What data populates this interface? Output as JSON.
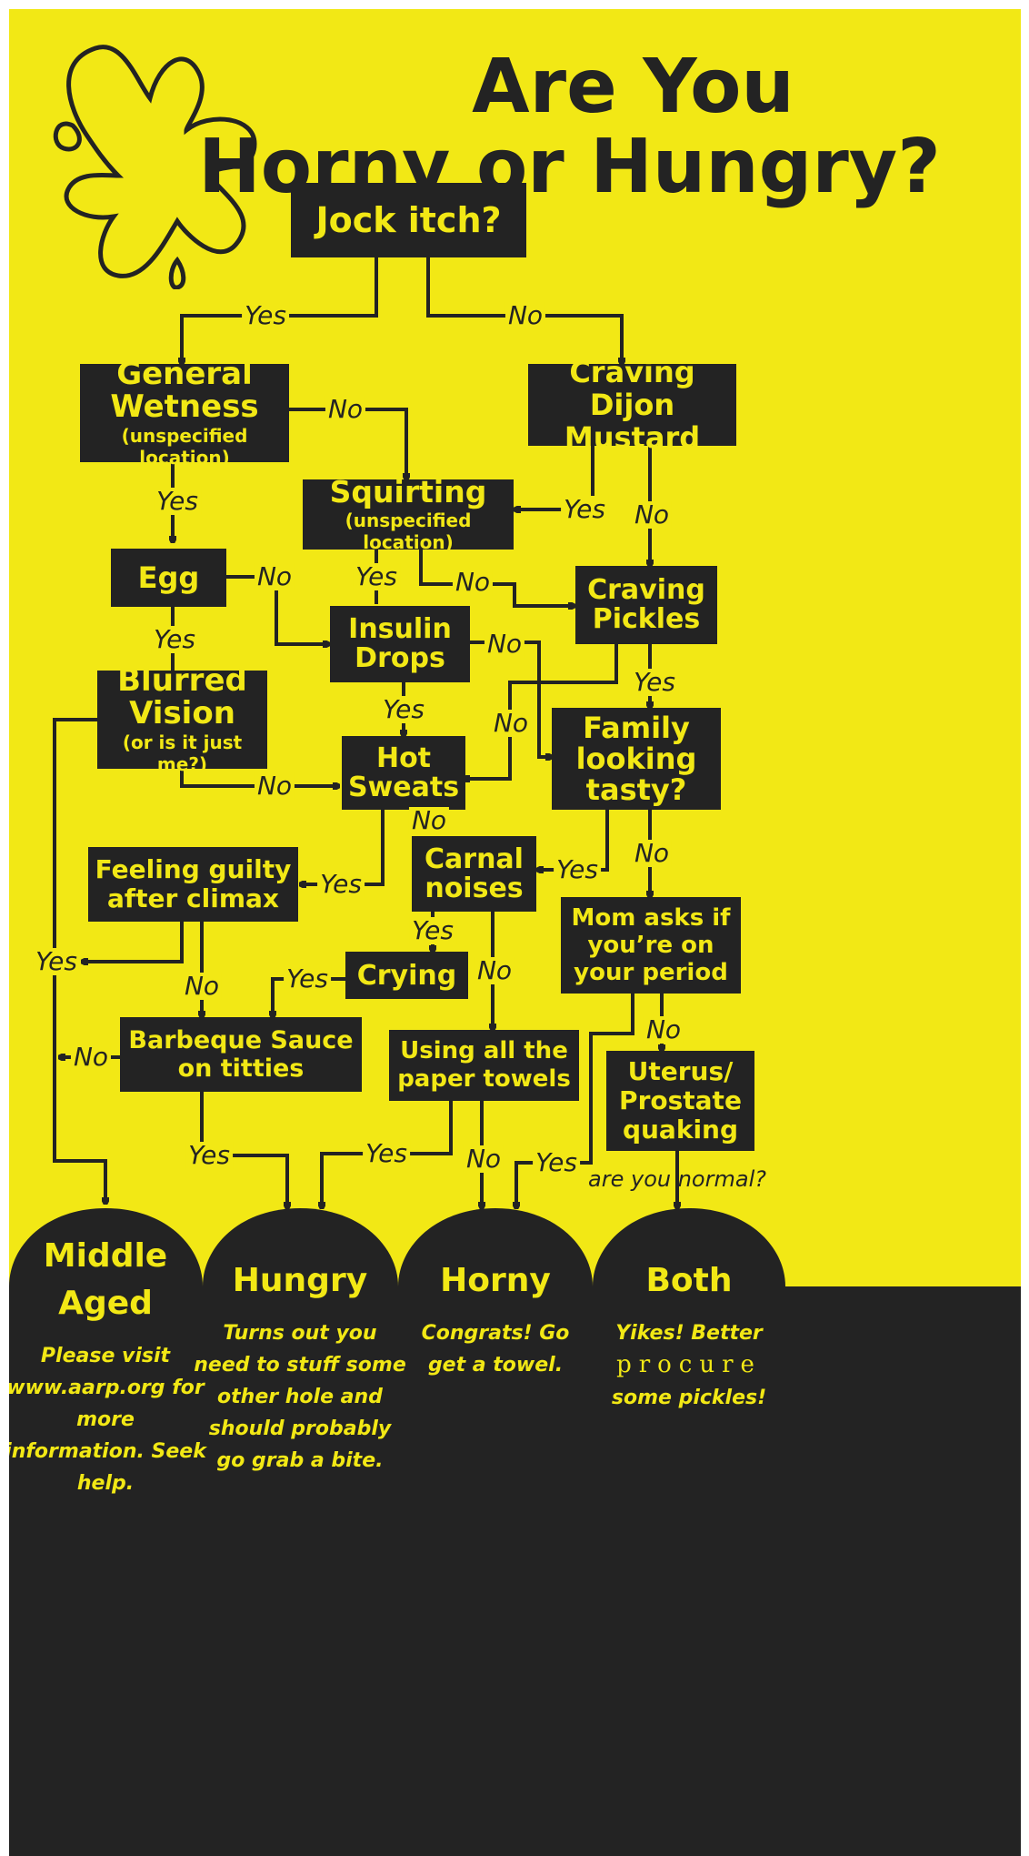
{
  "title": {
    "line1": "Are You",
    "line2": "Horny or Hungry?"
  },
  "colors": {
    "background": "#f2e815",
    "ink": "#232323"
  },
  "decoration": "splat-icon",
  "nodes": {
    "jock_itch": {
      "text": "Jock itch?"
    },
    "general_wetness": {
      "text": "General Wetness",
      "sub": "(unspecified location)"
    },
    "craving_dijon": {
      "text": "Craving Dijon Mustard"
    },
    "squirting": {
      "text": "Squirting",
      "sub": "(unspecified location)"
    },
    "egg": {
      "text": "Egg"
    },
    "craving_pickles": {
      "text": "Craving Pickles"
    },
    "insulin_drops": {
      "text": "Insulin Drops"
    },
    "blurred_vision": {
      "text": "Blurred Vision",
      "sub": "(or is it just me?)"
    },
    "hot_sweats": {
      "text": "Hot Sweats"
    },
    "family_tasty": {
      "text": "Family looking tasty?"
    },
    "feeling_guilty": {
      "text": "Feeling guilty after climax"
    },
    "carnal_noises": {
      "text": "Carnal noises"
    },
    "mom_asks": {
      "text": "Mom asks if you’re on your period"
    },
    "crying": {
      "text": "Crying"
    },
    "bbq_sauce": {
      "text": "Barbeque Sauce on titties"
    },
    "paper_towels": {
      "text": "Using all the paper towels"
    },
    "uterus": {
      "text": "Uterus/ Prostate quaking"
    }
  },
  "labels": {
    "yes": "Yes",
    "no": "No",
    "normal": "are you normal?"
  },
  "outcomes": [
    {
      "name": "Middle Aged",
      "desc": "Please visit www.aarp.org for more information. Seek help."
    },
    {
      "name": "Hungry",
      "desc": "Turns out you need to stuff some other hole and should probably go grab a bite."
    },
    {
      "name": "Horny",
      "desc": "Congrats! Go get a towel."
    },
    {
      "name": "Both",
      "desc_before": "Yikes! Better",
      "desc_fancy": "procure",
      "desc_after": "some pickles!"
    }
  ]
}
